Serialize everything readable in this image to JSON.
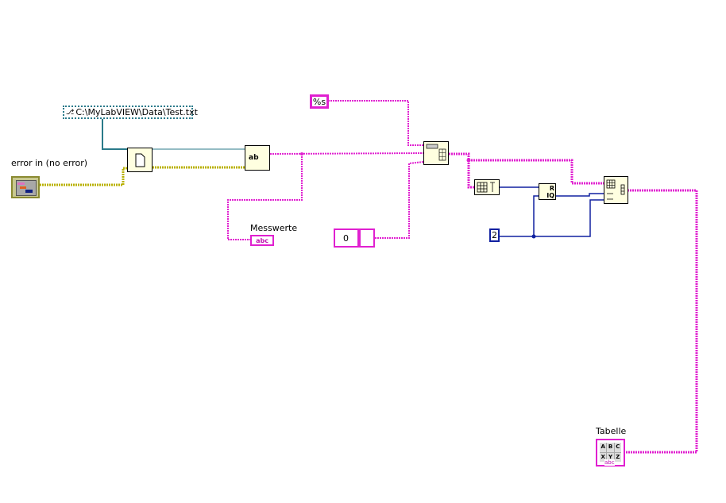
{
  "path_constant": {
    "value": "C:\\MyLabVIEW\\Data\\Test.txt",
    "icon": "path-icon"
  },
  "error_in": {
    "label": "error in (no error)"
  },
  "format_constant": {
    "value": "%s"
  },
  "numeric_control": {
    "value": "0"
  },
  "numeric_constant": {
    "value": "2"
  },
  "messwerte": {
    "label": "Messwerte",
    "glyph": "abc"
  },
  "tabelle": {
    "label": "Tabelle",
    "cells": [
      "A",
      "B",
      "C",
      "X",
      "Y",
      "Z"
    ],
    "glyph": "abc"
  },
  "nodes": {
    "read_text": "ab",
    "quotient_r": "R",
    "quotient_iq": "IQ"
  },
  "colors": {
    "string_wire": "#e020d0",
    "path_wire": "#2a7a8a",
    "error_wire": "#b8b000",
    "numeric_wire": "#1020a0",
    "node_bg": "#ffffe0"
  }
}
